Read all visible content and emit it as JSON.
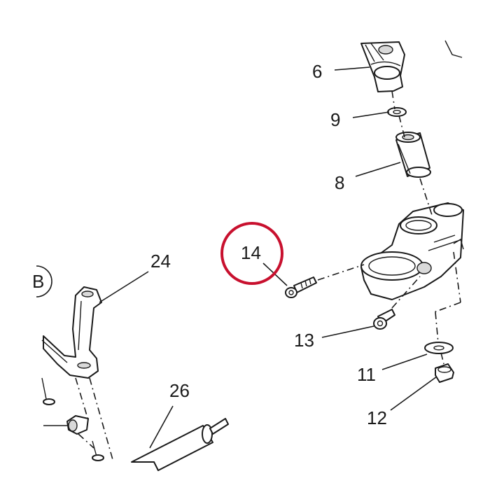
{
  "diagram": {
    "callouts": [
      {
        "id": "6",
        "text": "6"
      },
      {
        "id": "9",
        "text": "9"
      },
      {
        "id": "8",
        "text": "8"
      },
      {
        "id": "14",
        "text": "14",
        "highlighted": true
      },
      {
        "id": "24",
        "text": "24"
      },
      {
        "id": "13",
        "text": "13"
      },
      {
        "id": "11",
        "text": "11"
      },
      {
        "id": "12",
        "text": "12"
      },
      {
        "id": "26",
        "text": "26"
      },
      {
        "id": "B",
        "text": "B"
      }
    ],
    "highlight_color": "#c8102e",
    "line_color": "#1a1a1a",
    "background": "#ffffff"
  }
}
